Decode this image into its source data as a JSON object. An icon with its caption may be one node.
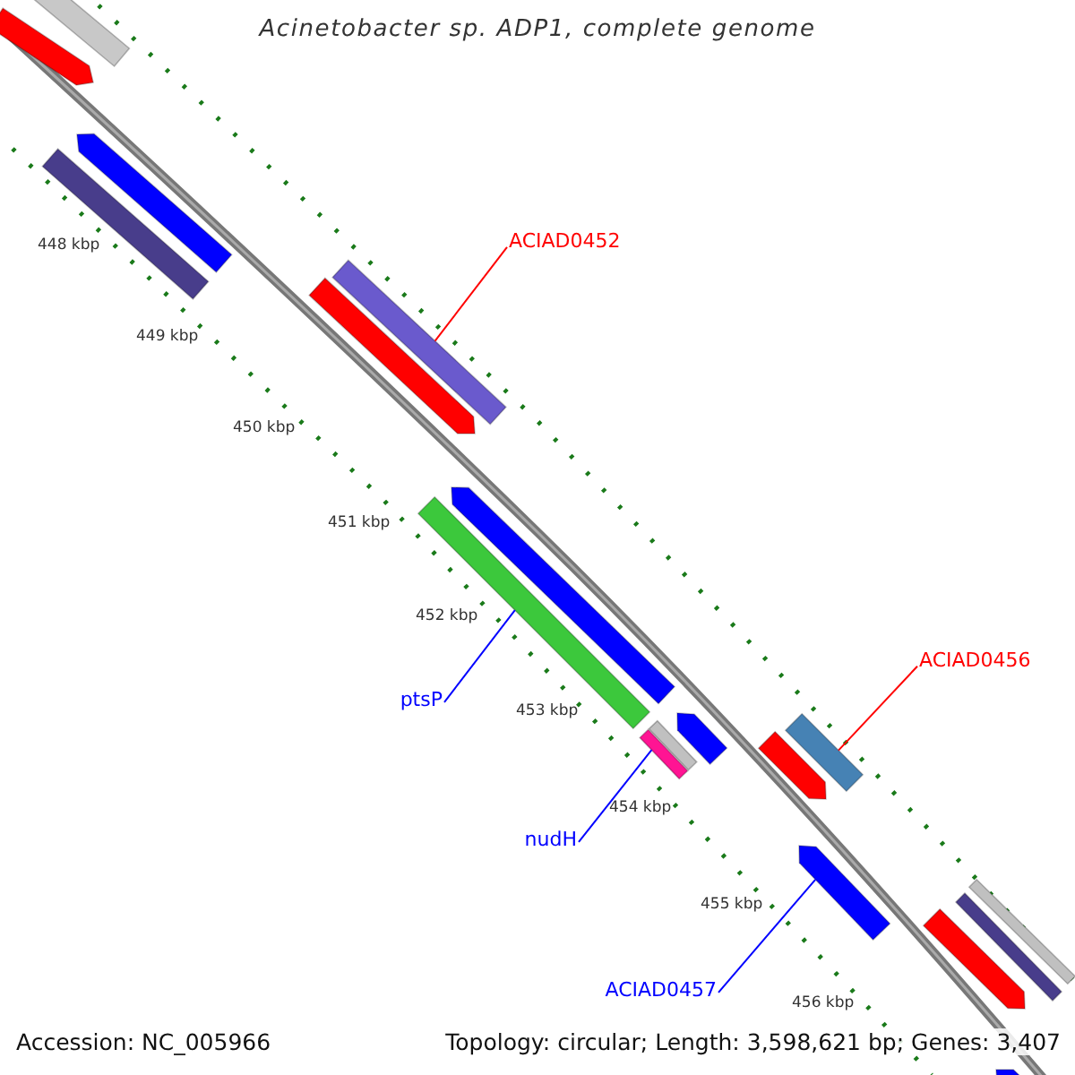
{
  "diagram": {
    "title": "Acinetobacter sp. ADP1, complete genome",
    "nodes": [
      {
        "text": [],
        "shape": "bar"
      },
      {
        "text": [],
        "shape": "arrow"
      },
      {
        "text": [],
        "shape": "arrow"
      },
      {
        "text": [],
        "shape": "bar"
      },
      {
        "text": [
          "ACIAD0452"
        ]
      },
      {
        "text": [],
        "shape": "bar"
      },
      {
        "text": [],
        "shape": "arrow"
      },
      {
        "text": [],
        "shape": "arrow"
      },
      {
        "text": [],
        "shape": "bar"
      },
      {
        "text": [
          "ptsP"
        ]
      },
      {
        "text": [],
        "shape": "arrow"
      },
      {
        "text": [],
        "shape": "bar"
      },
      {
        "text": [],
        "shape": "bar"
      },
      {
        "text": [
          "ACIAD0456"
        ]
      },
      {
        "text": [],
        "shape": "bar"
      },
      {
        "text": [],
        "shape": "arrow"
      },
      {
        "text": [
          "nudH"
        ]
      },
      {
        "text": [],
        "shape": "arrow"
      },
      {
        "text": [
          "ACIAD0457"
        ]
      },
      {
        "text": [],
        "shape": "bar"
      },
      {
        "text": [],
        "shape": "bar"
      },
      {
        "text": [],
        "shape": "arrow"
      },
      {
        "text": [],
        "shape": "arrow"
      }
    ],
    "edges": [
      {
        "from": 4,
        "to": 5,
        "arrow": "none",
        "color": "#ff0000"
      },
      {
        "from": 9,
        "to": 8,
        "arrow": "none"
      },
      {
        "from": 13,
        "to": 14,
        "arrow": "none",
        "color": "#ff0000"
      },
      {
        "from": 16,
        "to": 12,
        "arrow": "none"
      },
      {
        "from": 18,
        "to": 17,
        "arrow": "none"
      }
    ],
    "labels": [
      "448 kbp",
      "449 kbp",
      "450 kbp",
      "451 kbp",
      "452 kbp",
      "453 kbp",
      "454 kbp",
      "455 kbp",
      "456 kbp",
      "Accession: NC_005966",
      "Topology: circular; Length: 3,598,621 bp; Genes: 3,407"
    ]
  }
}
